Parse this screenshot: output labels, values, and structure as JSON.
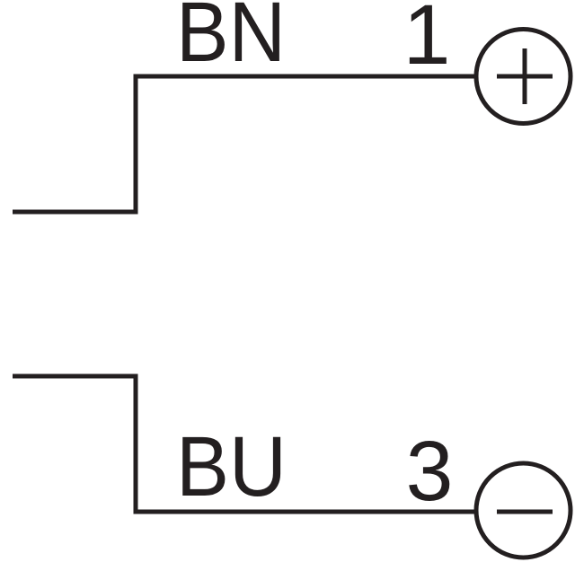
{
  "diagram": {
    "line_color": "#231f20",
    "background_color": "#ffffff",
    "connections": [
      {
        "wire_label": "BN",
        "pin_number": "1",
        "polarity": "+"
      },
      {
        "wire_label": "BU",
        "pin_number": "3",
        "polarity": "−"
      }
    ]
  }
}
